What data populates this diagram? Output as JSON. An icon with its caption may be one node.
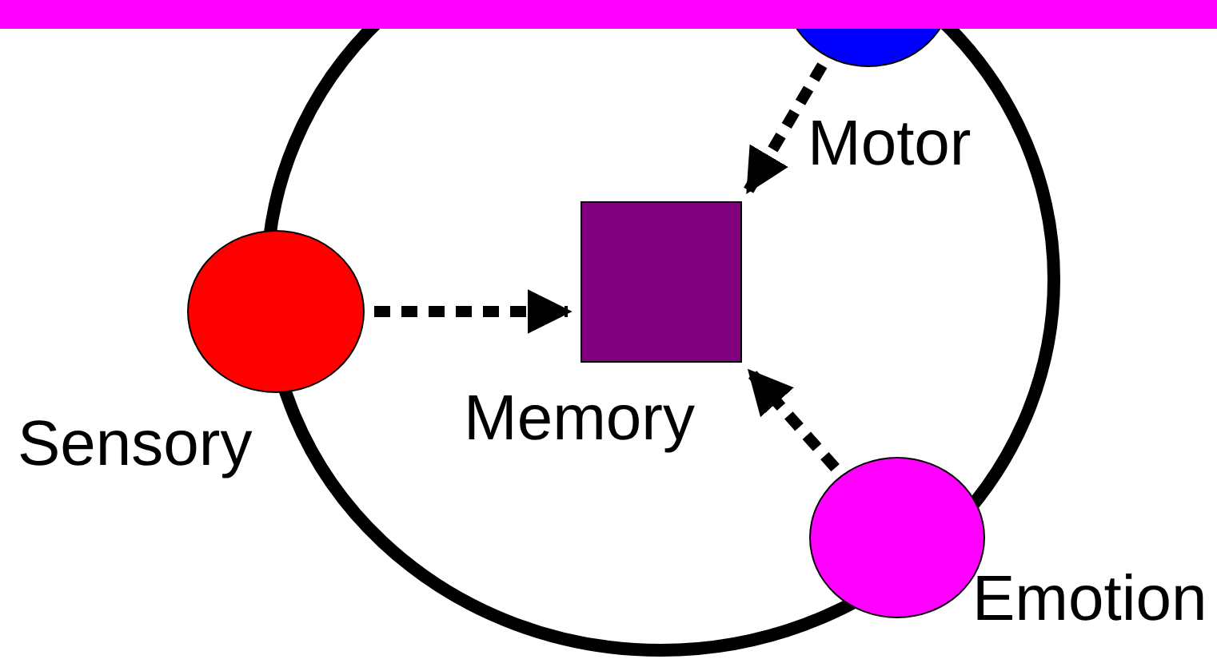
{
  "diagram": {
    "nodes": [
      {
        "text": [
          "Memory"
        ]
      },
      {
        "text": [
          "Sensory"
        ]
      },
      {
        "text": [
          "Motor"
        ]
      },
      {
        "text": [
          "Emotion"
        ]
      }
    ],
    "edges": [
      {
        "from": 1,
        "to": 0,
        "arrow": "to",
        "style": "dashed"
      },
      {
        "from": 2,
        "to": 0,
        "arrow": "to",
        "style": "dashed"
      },
      {
        "from": 3,
        "to": 0,
        "arrow": "to",
        "style": "dashed"
      }
    ]
  }
}
